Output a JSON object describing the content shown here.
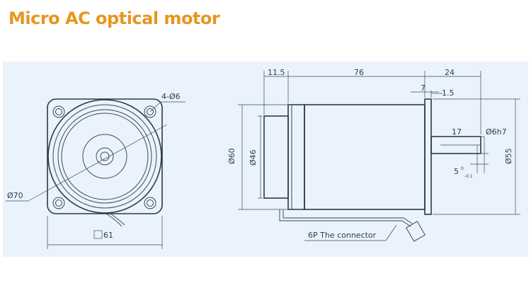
{
  "title": "Micro AC optical motor",
  "front_view": {
    "holes_label": "4-Ø6",
    "diameter_label": "Ø70",
    "square_label": "61"
  },
  "side_view": {
    "dim_11_5": "11.5",
    "dim_76": "76",
    "dim_24": "24",
    "dim_7": "7",
    "dim_1_5": "1.5",
    "dim_17": "17",
    "shaft_dia": "Ø6h7",
    "dim_60": "Ø60",
    "dim_46": "Ø46",
    "dim_55": "Ø55",
    "dim_5": "5",
    "tol_upper": "0",
    "tol_lower": "-0.1",
    "connector_label": "6P The connector"
  }
}
